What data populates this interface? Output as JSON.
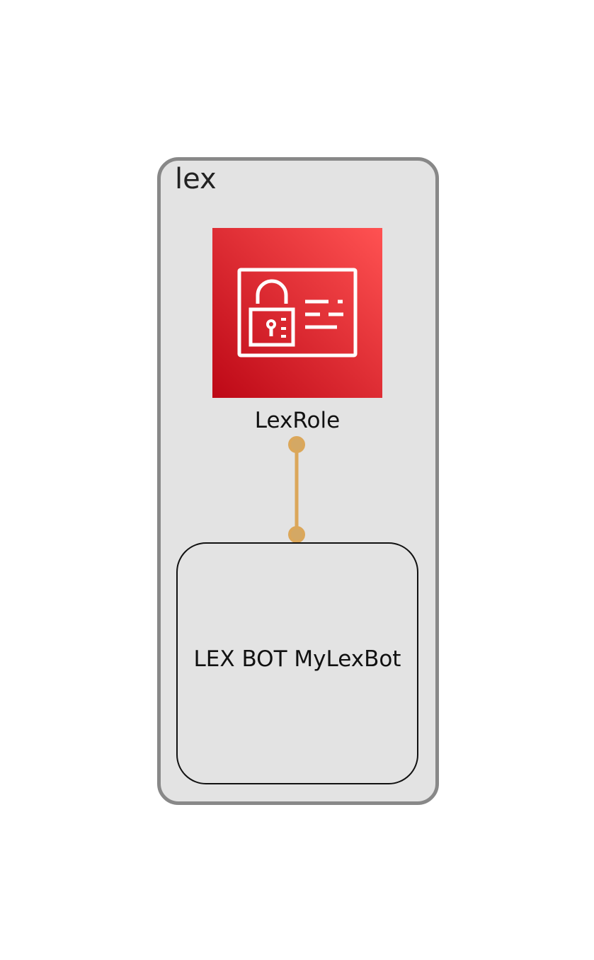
{
  "group": {
    "title": "lex",
    "border_color": "#888888",
    "fill_color": "#e3e3e3"
  },
  "nodes": {
    "role": {
      "label": "LexRole",
      "icon": "iam-role-icon",
      "icon_gradient": [
        "#bd0816",
        "#ff5252"
      ]
    },
    "bot": {
      "label": "LEX BOT MyLexBot"
    }
  },
  "edge": {
    "from": "LexRole",
    "to": "LEX BOT MyLexBot",
    "color": "#dba75a"
  }
}
